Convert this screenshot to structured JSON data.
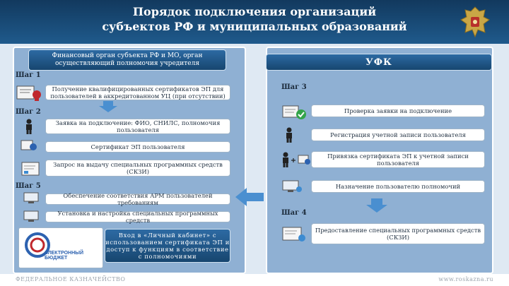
{
  "slide": {
    "title_line1": "Порядок подключения организаций",
    "title_line2": "субъектов РФ и муниципальных образований"
  },
  "left": {
    "header": "Финансовый орган субъекта РФ и МО, орган осуществляющий полномочия учредителя",
    "step1": "Шаг 1",
    "step1_text": "Получение квалифицированных сертификатов ЭП для пользователей в аккредитованном УЦ (при отсутствии)",
    "step2": "Шаг 2",
    "step2_item1": "Заявка на подключение: ФИО, СНИЛС, полномочия пользователя",
    "step2_item2": "Сертификат ЭП пользователя",
    "step2_item3": "Запрос на выдачу специальных программных средств (СКЗИ)",
    "step5": "Шаг 5",
    "step5_item1": "Обеспечение соответствия АРМ пользователей требованиям",
    "step5_item2": "Установка и настройка специальных программных средств",
    "step5_item3": "Вход в «Личный кабинет» с использованием сертификата ЭП и доступ к функциям в соответствие с полномочиями",
    "logo_text": "ЭЛЕКТРОННЫЙ БЮДЖЕТ"
  },
  "right": {
    "header": "УФК",
    "step3": "Шаг 3",
    "step3_item1": "Проверка заявки на подключение",
    "step3_item2": "Регистрация учетной записи пользователя",
    "step3_item3": "Привязка сертификата ЭП к учетной записи пользователя",
    "step3_item4": "Назначение пользователю полномочий",
    "step4": "Шаг 4",
    "step4_item1": "Предоставление специальных программных средств (СКЗИ)"
  },
  "footer": {
    "left": "ФЕДЕРАЛЬНОЕ КАЗНАЧЕЙСТВО",
    "right": "www.roskazna.ru"
  },
  "colors": {
    "header_bg": "#1a4a78",
    "panel_bg": "#8fb0d3",
    "arrow": "#4a8fd0"
  },
  "icons": [
    "emblem-icon",
    "certificate-icon",
    "person-icon",
    "document-icon",
    "checkmark-icon",
    "computer-icon",
    "arrow-down-icon",
    "arrow-left-icon",
    "electronic-budget-logo"
  ]
}
